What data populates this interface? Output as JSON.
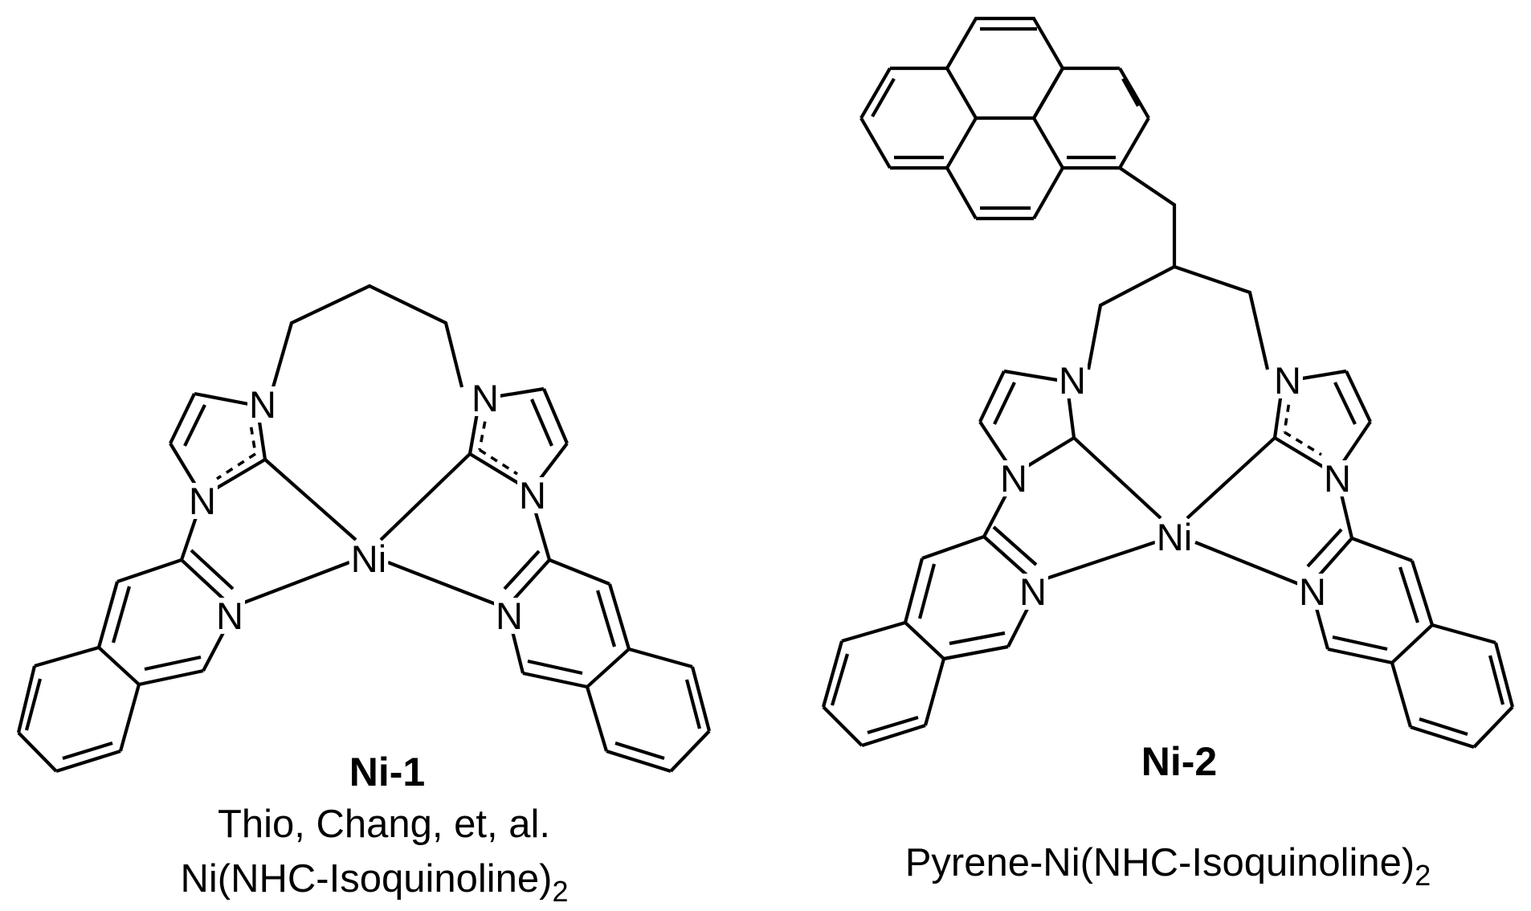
{
  "atoms": {
    "nitrogen": "N",
    "nickel": "Ni"
  },
  "compound1": {
    "label": "Ni-1",
    "citation": "Thio, Chang, et, al.",
    "formula": "Ni(NHC-Isoquinoline)",
    "formula_subscript": "2"
  },
  "compound2": {
    "label": "Ni-2",
    "formula": "Pyrene-Ni(NHC-Isoquinoline)",
    "formula_subscript": "2"
  }
}
